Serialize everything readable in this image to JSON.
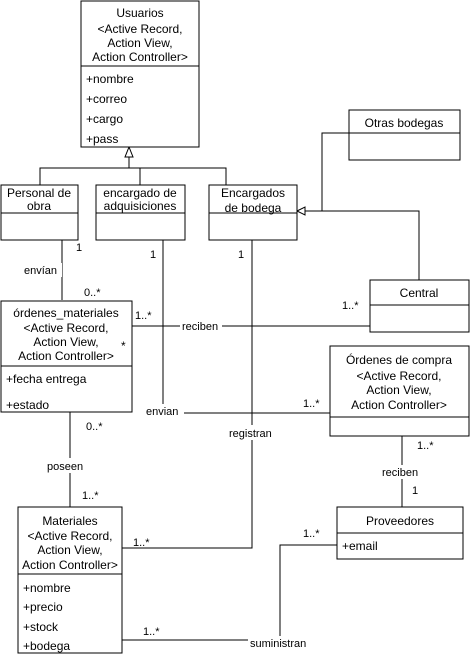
{
  "classes": {
    "usuarios": {
      "title": [
        "Usuarios",
        "<Active Record,",
        "Action View,",
        "Action Controller>"
      ],
      "attributes": [
        "+nombre",
        "+correo",
        "+cargo",
        "+pass"
      ]
    },
    "personal_obra": {
      "title": [
        "Personal de",
        "obra"
      ],
      "attributes": []
    },
    "encargado_adquisiciones": {
      "title": [
        "encargado de",
        "adquisiciones"
      ],
      "attributes": []
    },
    "encargados_bodega": {
      "title": [
        "Encargados",
        "de bodega"
      ],
      "attributes": []
    },
    "otras_bodegas": {
      "title": [
        "Otras bodegas"
      ],
      "attributes": []
    },
    "central": {
      "title": [
        "Central"
      ],
      "attributes": []
    },
    "ordenes_materiales": {
      "title": [
        "órdenes_materiales",
        "<Active Record,",
        "Action View,",
        "Action Controller>"
      ],
      "attributes": [
        "+fecha entrega",
        "+estado"
      ]
    },
    "ordenes_compra": {
      "title": [
        "Órdenes de compra",
        "<Active Record,",
        "Action View,",
        "Action Controller>"
      ],
      "attributes": []
    },
    "materiales": {
      "title": [
        "Materiales",
        "<Active Record,",
        "Action View,",
        "Action Controller>"
      ],
      "attributes": [
        "+nombre",
        "+precio",
        "+stock",
        "+bodega"
      ]
    },
    "proveedores": {
      "title": [
        "Proveedores"
      ],
      "attributes": [
        "+email"
      ]
    }
  },
  "labels": {
    "envian_1": "envían",
    "reciben_1": "reciben",
    "envian_2": "envian",
    "registran": "registran",
    "poseen": "poseen",
    "reciben_2": "reciben",
    "suministran": "suministran"
  },
  "multiplicities": {
    "personal_1": "1",
    "ordmat_0n_top": "0..*",
    "adq_1": "1",
    "bodega_1": "1",
    "ordmat_1n_right": "1..*",
    "central_1n": "1..*",
    "ordcomp_1n_left": "1..*",
    "ordmat_0n_bottom": "0..*",
    "materiales_1n_top": "1..*",
    "ordcomp_1n_bottom": "1..*",
    "proveedores_1": "1",
    "materiales_1n_right": "1..*",
    "proveedores_1n_left": "1..*",
    "materiales_1n_bottom": "1..*"
  },
  "markers": {
    "ordmat_star": "*"
  }
}
